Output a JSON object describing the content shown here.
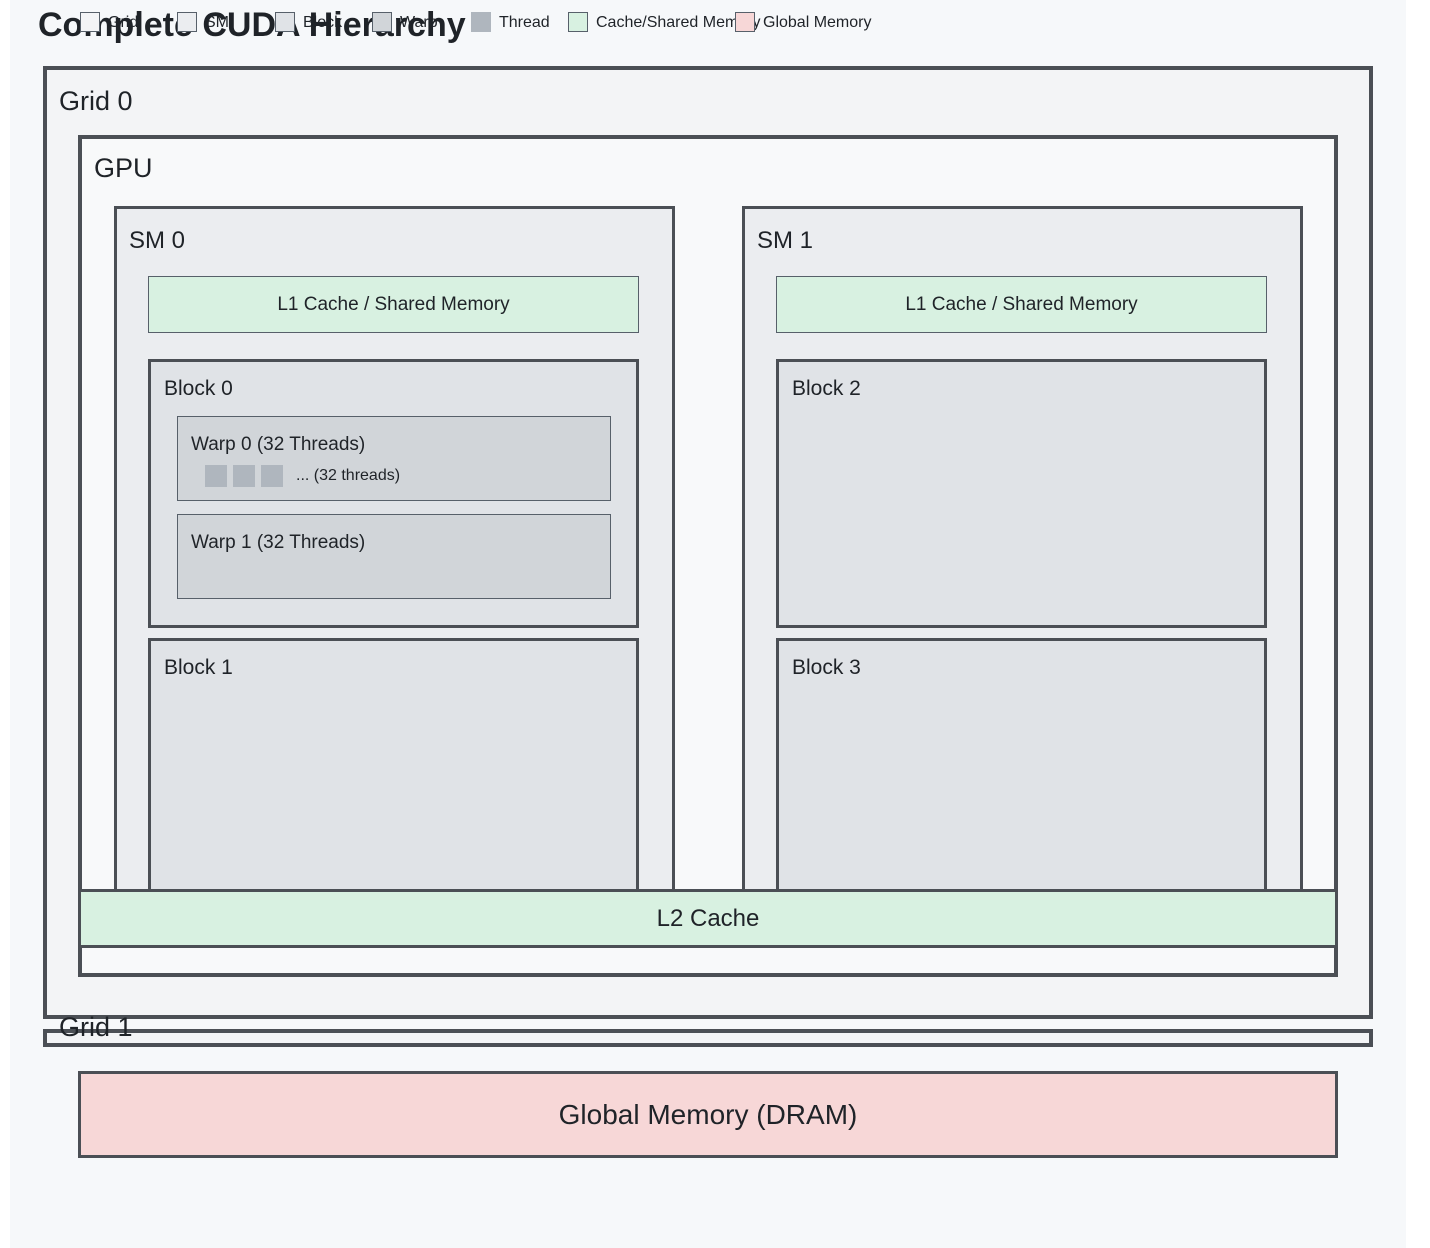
{
  "diagram": {
    "title": "Complete CUDA Hierarchy",
    "legend": [
      {
        "label": "Grid",
        "color": "#f3f4f6"
      },
      {
        "label": "SM",
        "color": "#ebedf0"
      },
      {
        "label": "Block",
        "color": "#e0e3e7"
      },
      {
        "label": "Warp",
        "color": "#d1d5d9"
      },
      {
        "label": "Thread",
        "color": "#afb6be"
      },
      {
        "label": "Cache/Shared Memory",
        "color": "#d8f1e1"
      },
      {
        "label": "Global Memory",
        "color": "#f7d7d7"
      }
    ],
    "grid0": {
      "label": "Grid 0"
    },
    "gpu": {
      "label": "GPU"
    },
    "sm0": {
      "label": "SM 0",
      "cache": "L1 Cache / Shared Memory"
    },
    "sm1": {
      "label": "SM 1",
      "cache": "L1 Cache / Shared Memory"
    },
    "block0": {
      "label": "Block 0"
    },
    "block1": {
      "label": "Block 1"
    },
    "block2": {
      "label": "Block 2"
    },
    "block3": {
      "label": "Block 3"
    },
    "warp0": {
      "label": "Warp 0 (32 Threads)",
      "threads_note": "... (32 threads)"
    },
    "warp1": {
      "label": "Warp 1 (32 Threads)"
    },
    "l2": {
      "label": "L2 Cache"
    },
    "grid1": {
      "label": "Grid 1"
    },
    "global_memory": {
      "label": "Global Memory (DRAM)"
    }
  }
}
